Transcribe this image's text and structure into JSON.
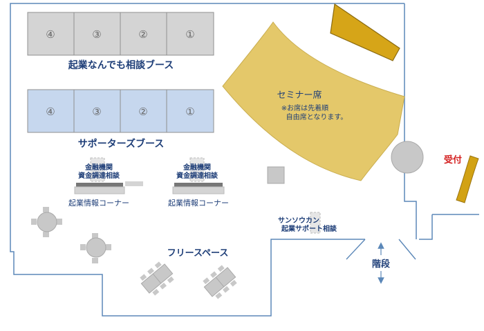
{
  "colors": {
    "wall": "#5b87b8",
    "booth_gray": "#d4d4d4",
    "booth_blue": "#c6d7ee",
    "booth_border": "#8f8f8f",
    "navy": "#1e3e78",
    "seminar_fill": "#e4c86a",
    "stage_fill": "#d6a518",
    "reception_fill": "#d2a214",
    "reception_text": "#d42020",
    "furniture": "#c8c8c8",
    "furniture_dark": "#a8a8a8"
  },
  "consult_booths": {
    "title": "起業なんでも相談ブース",
    "numbers": [
      "④",
      "③",
      "②",
      "①"
    ]
  },
  "supporter_booths": {
    "title": "サポーターズブース",
    "numbers": [
      "④",
      "③",
      "②",
      "①"
    ]
  },
  "desk_left": {
    "line1": "金融機関",
    "line2": "資金調達相談",
    "label": "起業情報コーナー"
  },
  "desk_right": {
    "line1": "金融機関",
    "line2": "資金調達相談",
    "label": "起業情報コーナー"
  },
  "seminar": {
    "title": "セミナー席",
    "note1": "※お席は先着順",
    "note2": "自由席となります。"
  },
  "reception": {
    "label": "受付"
  },
  "sansoukan": {
    "line1": "サンソウカン",
    "line2": "起業サポート相談"
  },
  "free_space": {
    "label": "フリースペース"
  },
  "stairs": {
    "label": "階段"
  }
}
